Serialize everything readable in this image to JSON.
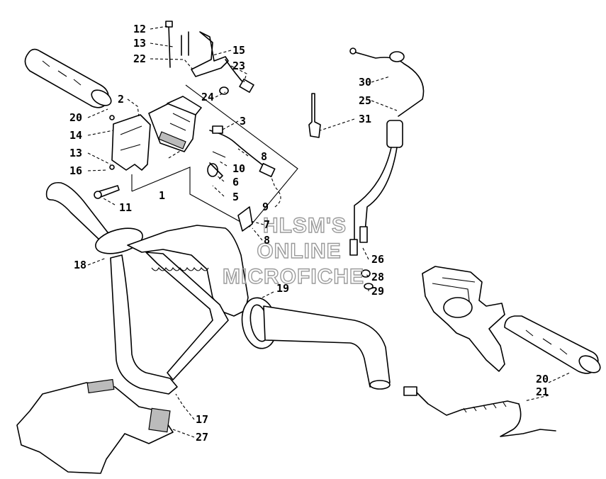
{
  "callouts": [
    "12",
    "13",
    "22",
    "15",
    "23",
    "24",
    "2",
    "20",
    "14",
    "13",
    "3",
    "16",
    "8",
    "10",
    "6",
    "5",
    "1",
    "11",
    "9",
    "7",
    "8",
    "30",
    "25",
    "31",
    "26",
    "28",
    "29",
    "18",
    "19",
    "20",
    "21",
    "17",
    "27"
  ],
  "watermark": [
    "HLSM'S",
    "ONLINE",
    "MICROFICHE"
  ]
}
